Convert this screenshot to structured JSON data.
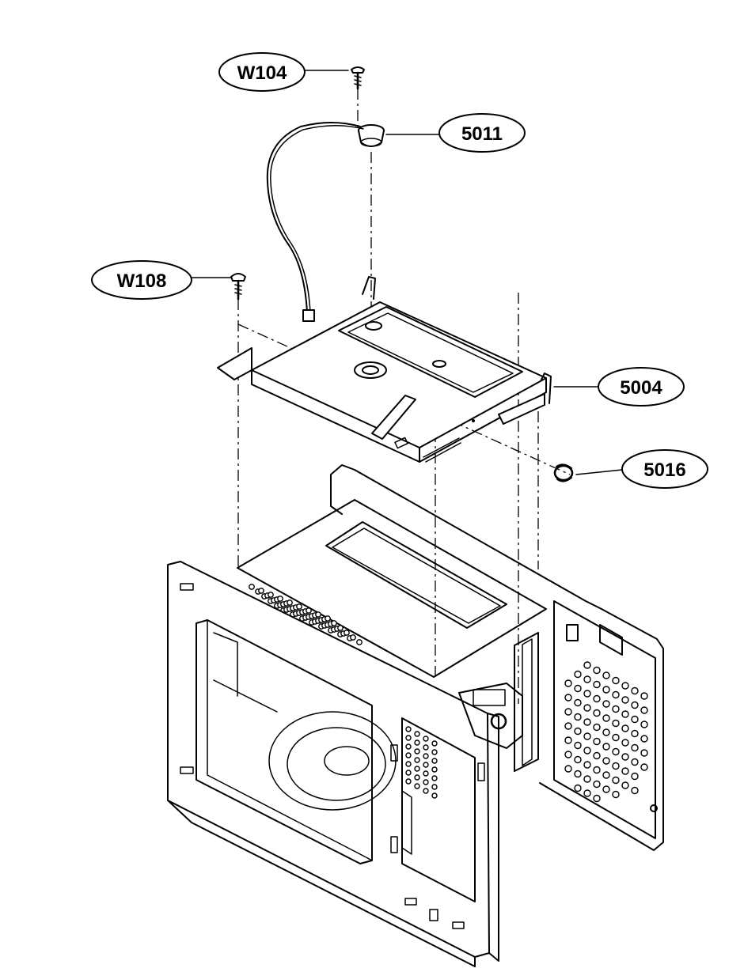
{
  "callouts": [
    {
      "id": "w104",
      "label": "W104"
    },
    {
      "id": "5011",
      "label": "5011"
    },
    {
      "id": "w108",
      "label": "W108"
    },
    {
      "id": "5004",
      "label": "5004"
    },
    {
      "id": "5016",
      "label": "5016"
    }
  ]
}
